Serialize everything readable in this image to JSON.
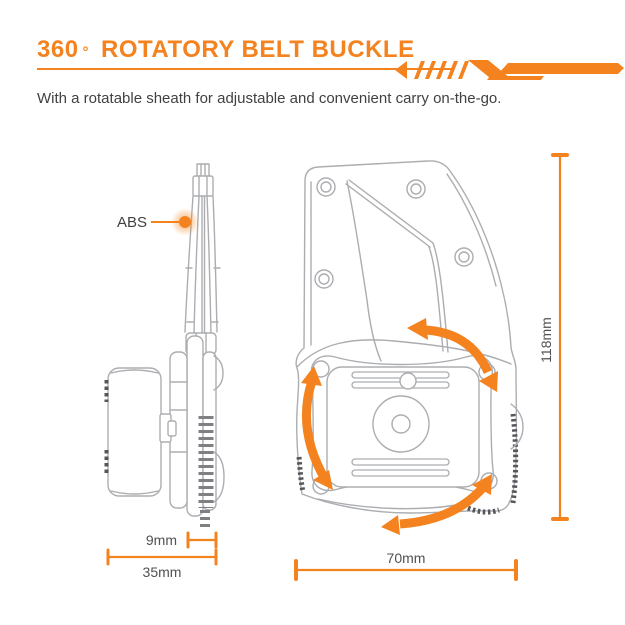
{
  "header": {
    "title_degree": "360",
    "title_degree_symbol": "°",
    "title_text": "ROTATORY BELT BUCKLE",
    "subtitle": "With a rotatable sheath for adjustable and convenient carry on-the-go."
  },
  "labels": {
    "material": "ABS",
    "dim_side_clip": "9mm",
    "dim_side_width": "35mm",
    "dim_front_width": "70mm",
    "dim_front_height": "118mm"
  },
  "colors": {
    "accent": "#F4831F",
    "ink": "#414042",
    "dim": "#515153",
    "line": "#ABADB0",
    "linedark": "#7E8083",
    "serration": "#55565A",
    "bg": "#FFFFFF"
  }
}
